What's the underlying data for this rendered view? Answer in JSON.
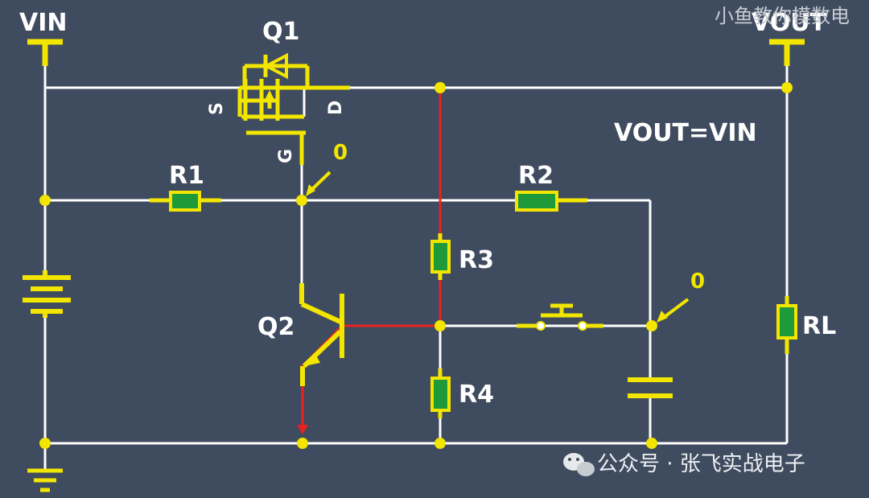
{
  "labels": {
    "vin": "VIN",
    "vout": "VOUT",
    "q1": "Q1",
    "q2": "Q2",
    "s": "S",
    "d": "D",
    "g": "G",
    "r1": "R1",
    "r2": "R2",
    "r3": "R3",
    "r4": "R4",
    "rl": "RL",
    "equation": "VOUT=VIN",
    "node_g_value": "0",
    "node_switch_value": "0"
  },
  "watermark": "小鱼教你模数电",
  "footer": "公众号 · 张飞实战电子",
  "colors": {
    "background": "#3f4b5f",
    "wire": "#ffffff",
    "component": "#f2e600",
    "resistor_fill": "#1f9a3a",
    "current_path": "#e8231f"
  }
}
